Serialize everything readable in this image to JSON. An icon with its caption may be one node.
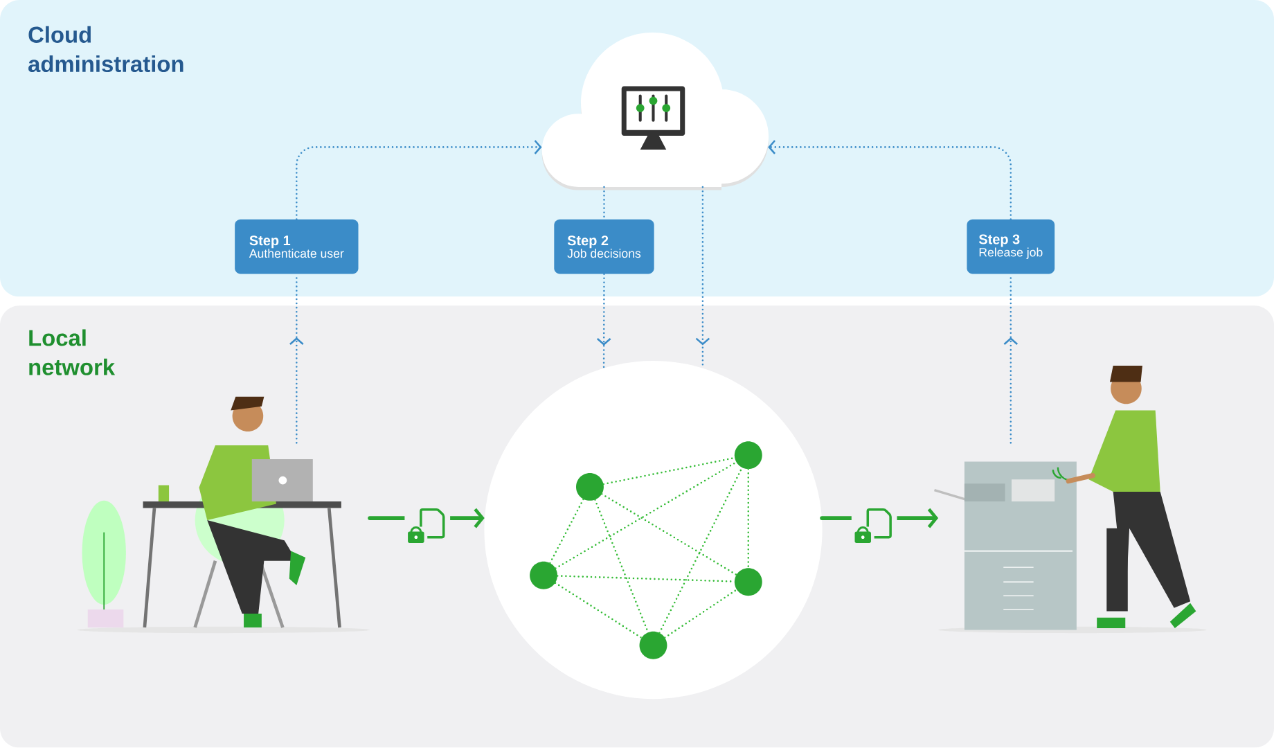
{
  "diagram": {
    "nodes": [
      {
        "text": [
          "Cloud administration"
        ]
      },
      {
        "text": [
          "Local network"
        ]
      },
      {
        "text": [],
        "shape": "cloud",
        "in": 0
      },
      {
        "text": [
          "Step 1",
          "Authenticate user"
        ],
        "in": 0
      },
      {
        "text": [
          "Step 2",
          "Job decisions"
        ],
        "in": 0
      },
      {
        "text": [
          "Step 3",
          "Release job"
        ],
        "in": 0
      },
      {
        "text": [],
        "shape": "picture",
        "in": 1
      },
      {
        "text": [],
        "shape": "circle",
        "in": 1
      },
      {
        "text": [],
        "shape": "picture",
        "in": 1
      },
      {
        "text": [],
        "shape": "circle",
        "in": 7
      },
      {
        "text": [],
        "shape": "circle",
        "in": 7
      },
      {
        "text": [],
        "shape": "circle",
        "in": 7
      },
      {
        "text": [],
        "shape": "circle",
        "in": 7
      },
      {
        "text": [],
        "shape": "circle",
        "in": 7
      }
    ],
    "edges": [
      {
        "from": 6,
        "to": 3,
        "arrow": "to",
        "style": "dashed",
        "color": "#3b8cc8"
      },
      {
        "from": 3,
        "to": 2,
        "arrow": "to",
        "style": "dashed",
        "color": "#3b8cc8"
      },
      {
        "from": 2,
        "to": 4,
        "arrow": "none",
        "style": "dashed",
        "color": "#3b8cc8"
      },
      {
        "from": 4,
        "to": 7,
        "arrow": "to",
        "style": "dashed",
        "color": "#3b8cc8"
      },
      {
        "from": 2,
        "to": 7,
        "arrow": "to",
        "style": "dashed",
        "color": "#3b8cc8"
      },
      {
        "from": 5,
        "to": 2,
        "arrow": "to",
        "style": "dashed",
        "color": "#3b8cc8"
      },
      {
        "from": 8,
        "to": 5,
        "arrow": "to",
        "style": "dashed",
        "color": "#3b8cc8"
      },
      {
        "from": 6,
        "to": 7,
        "arrow": "to",
        "style": "thick",
        "color": "#2aa632"
      },
      {
        "from": 7,
        "to": 8,
        "arrow": "to",
        "style": "thick",
        "color": "#2aa632"
      },
      {
        "from": 9,
        "to": 10,
        "arrow": "none",
        "style": "dashed"
      },
      {
        "from": 9,
        "to": 11,
        "arrow": "none",
        "style": "dashed"
      },
      {
        "from": 9,
        "to": 12,
        "arrow": "none",
        "style": "dashed"
      },
      {
        "from": 9,
        "to": 13,
        "arrow": "none",
        "style": "dashed"
      },
      {
        "from": 10,
        "to": 11,
        "arrow": "none",
        "style": "dashed"
      },
      {
        "from": 10,
        "to": 12,
        "arrow": "none",
        "style": "dashed"
      },
      {
        "from": 10,
        "to": 13,
        "arrow": "none",
        "style": "dashed"
      },
      {
        "from": 11,
        "to": 12,
        "arrow": "none",
        "style": "dashed"
      },
      {
        "from": 11,
        "to": 13,
        "arrow": "none",
        "style": "dashed"
      },
      {
        "from": 12,
        "to": 13,
        "arrow": "none",
        "style": "dashed"
      }
    ]
  }
}
